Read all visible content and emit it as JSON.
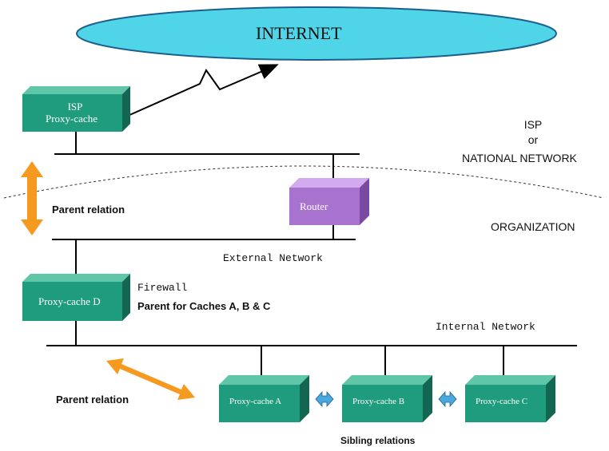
{
  "colors": {
    "internet_fill": "#4fd4e8",
    "internet_stroke": "#1b5f8c",
    "proxy_front": "#1f9b7e",
    "proxy_top": "#5fc7a8",
    "proxy_side": "#136652",
    "router_front": "#a873cf",
    "router_top": "#d2aaef",
    "router_side": "#7a4aa3",
    "arrow_orange": "#f59a1e",
    "sibling_arrow": "#4aa8dc",
    "line": "#000000"
  },
  "cloud": {
    "label": "INTERNET"
  },
  "nodes": {
    "isp": {
      "label_line1": "ISP",
      "label_line2": "Proxy-cache"
    },
    "router": {
      "label": "Router"
    },
    "cache_d": {
      "label": "Proxy-cache D"
    },
    "cache_a": {
      "label": "Proxy-cache A"
    },
    "cache_b": {
      "label": "Proxy-cache B"
    },
    "cache_c": {
      "label": "Proxy-cache C"
    }
  },
  "labels": {
    "isp_region_line1": "ISP",
    "isp_region_line2": "or",
    "isp_region_line3": "NATIONAL NETWORK",
    "organization": "ORGANIZATION",
    "parent_relation_top": "Parent relation",
    "external_network": "External Network",
    "firewall": "Firewall",
    "parent_for_caches": "Parent for Caches A, B & C",
    "internal_network": "Internal Network",
    "parent_relation_bottom": "Parent relation",
    "sibling_relations": "Sibling relations"
  }
}
